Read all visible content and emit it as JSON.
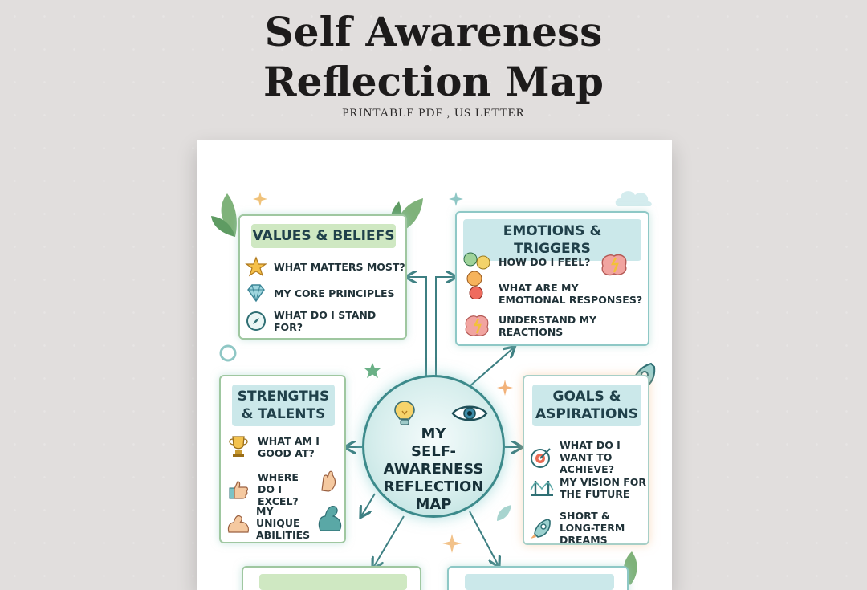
{
  "header": {
    "title_line1": "Self Awareness",
    "title_line2": "Reflection Map",
    "subtitle": "PRINTABLE PDF , US LETTER"
  },
  "hub": {
    "title": "MY\nSELF-AWARENESS\nREFLECTION\nMAP"
  },
  "cards": {
    "values": {
      "heading": "VALUES & BELIEFS",
      "items": [
        {
          "text": "WHAT MATTERS MOST?",
          "icon": "star-icon"
        },
        {
          "text": "MY CORE PRINCIPLES",
          "icon": "diamond-icon"
        },
        {
          "text": "WHAT DO I STAND FOR?",
          "icon": "compass-icon"
        }
      ]
    },
    "emotions": {
      "heading": "EMOTIONS & TRIGGERS",
      "items": [
        {
          "text": "HOW DO I FEEL?",
          "icon": "emotion-faces-icon"
        },
        {
          "text": "WHAT ARE MY EMOTIONAL RESPONSES?",
          "icon": "angry-face-icon"
        },
        {
          "text": "UNDERSTAND MY REACTIONS",
          "icon": "brain-icon"
        }
      ]
    },
    "strengths": {
      "heading_line1": "STRENGTHS",
      "heading_line2": "& TALENTS",
      "items": [
        {
          "text": "WHAT AM I GOOD AT?",
          "icon": "trophy-icon"
        },
        {
          "text": "WHERE DO I EXCEL?",
          "icon": "thumbs-up-icon"
        },
        {
          "text": "MY UNIQUE ABILITIES",
          "icon": "muscle-arm-icon"
        }
      ]
    },
    "goals": {
      "heading_line1": "GOALS &",
      "heading_line2": "ASPIRATIONS",
      "items": [
        {
          "text": "WHAT DO I WANT TO ACHIEVE?",
          "icon": "target-icon"
        },
        {
          "text": "MY VISION FOR THE FUTURE",
          "icon": "bridge-icon"
        },
        {
          "text": "SHORT & LONG-TERM DREAMS",
          "icon": "rocket-icon"
        }
      ]
    }
  },
  "colors": {
    "background": "#e1dedd",
    "green_header": "#cfe8c2",
    "teal_header": "#cbe8ea",
    "hub_border": "#3c8a8b",
    "arrow": "#3d7f82"
  }
}
